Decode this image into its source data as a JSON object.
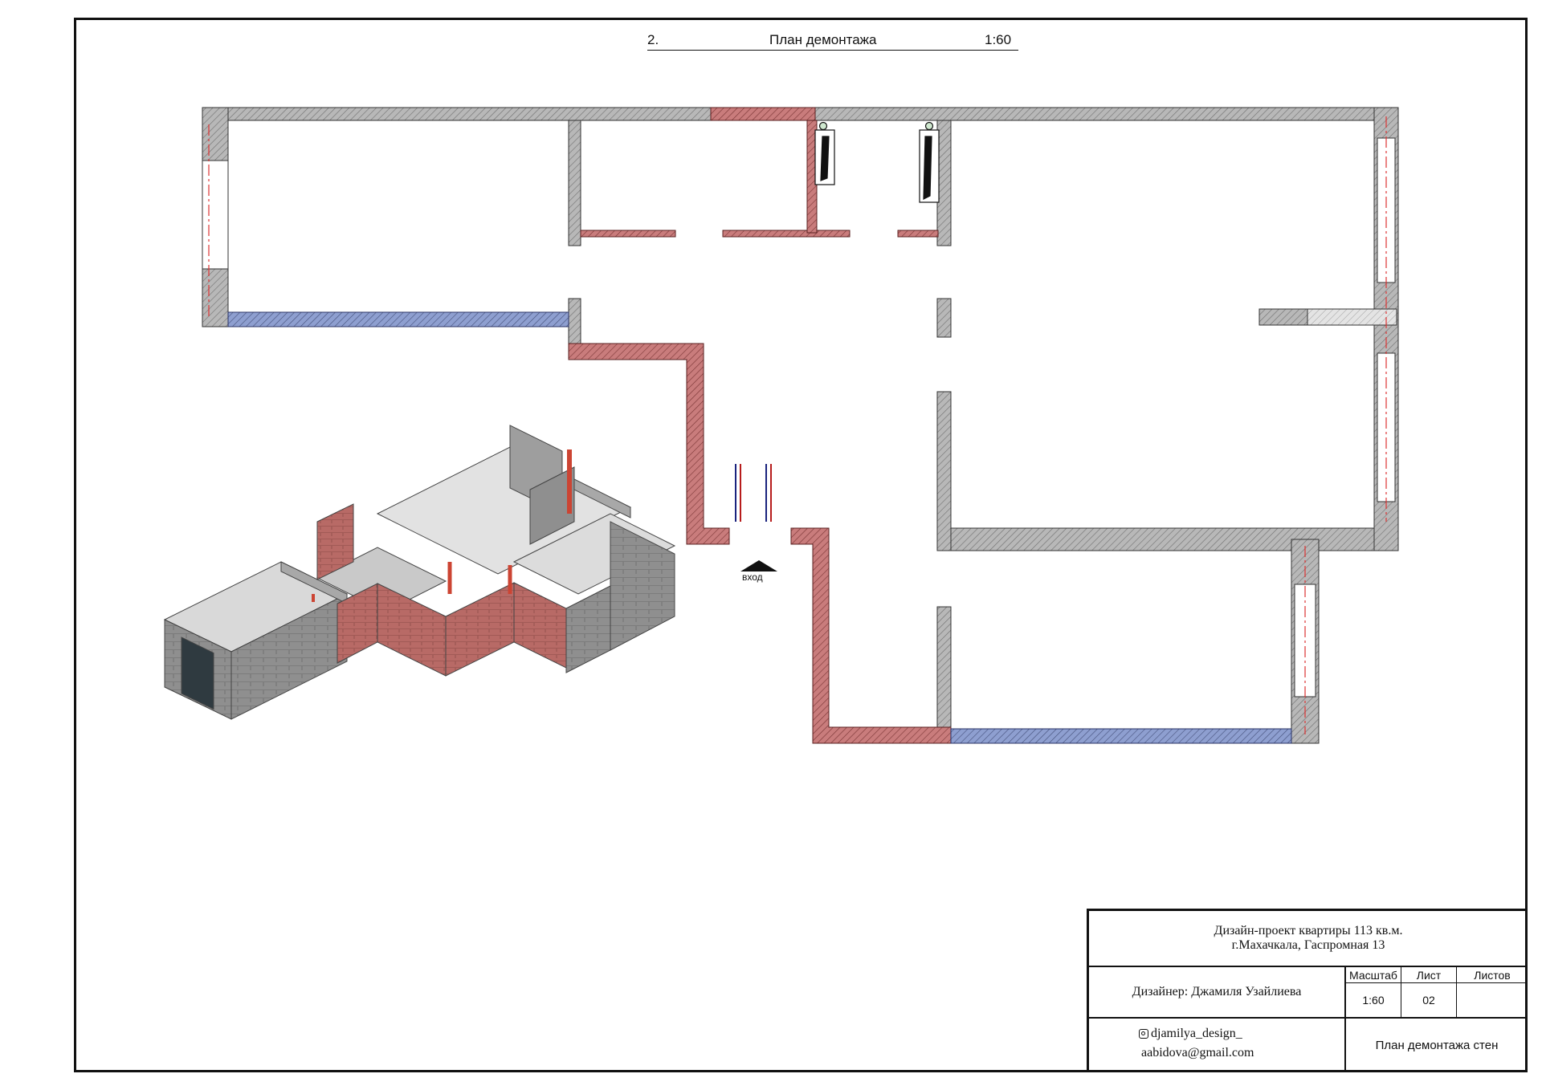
{
  "sheet": {
    "header": {
      "number": "2.",
      "title": "План демонтажа",
      "scale": "1:60"
    },
    "entrance_label": "вход"
  },
  "legend_colors": {
    "existing_wall": "#b8b8b8",
    "demolished_wall": "#c97c7c",
    "modified_wall": "#8e9fd0",
    "window": "#e8e8e8"
  },
  "title_block": {
    "project_line1": "Дизайн-проект квартиры 113 кв.м.",
    "project_line2": "г.Махачкала, Гаспромная 13",
    "designer": "Дизайнер: Джамиля Узайлиева",
    "scale_header": "Масштаб",
    "sheet_header": "Лист",
    "sheets_header": "Листов",
    "scale_value": "1:60",
    "sheet_value": "02",
    "sheets_value": "",
    "instagram": "djamilya_design_",
    "email": "aabidova@gmail.com",
    "drawing_name": "План демонтажа стен"
  }
}
